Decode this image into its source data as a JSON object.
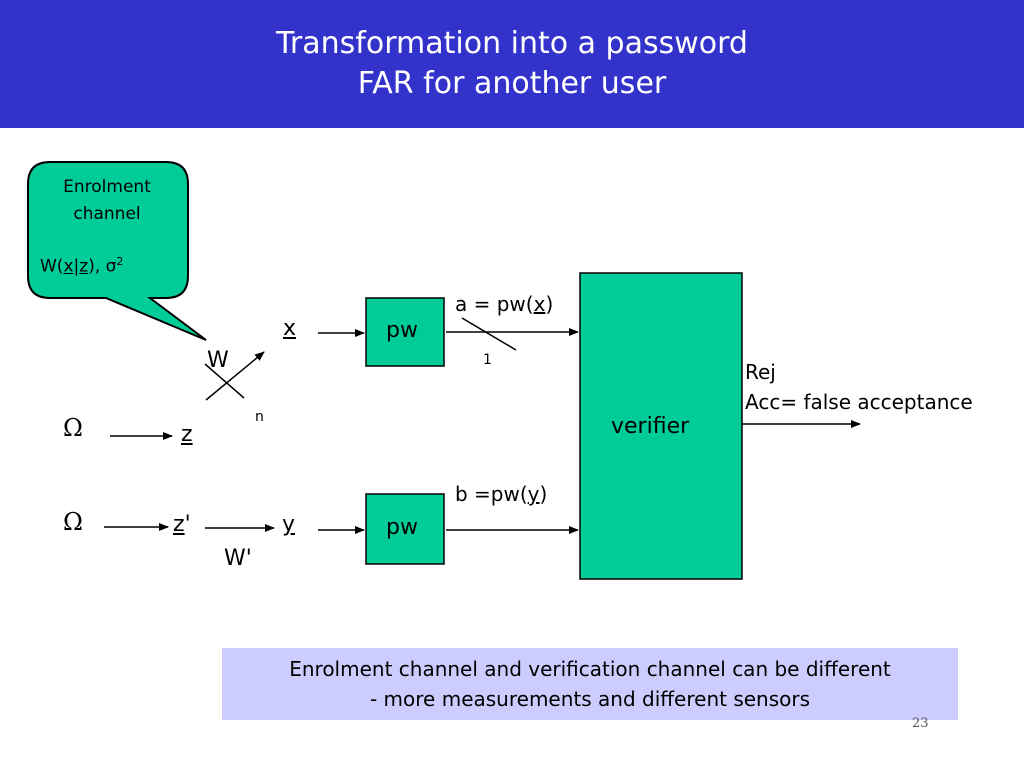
{
  "header": {
    "title_line1": "Transformation into a password",
    "title_line2": "FAR for another user"
  },
  "bubble": {
    "line1": "Enrolment",
    "line2": "channel",
    "formula_prefix": "W(",
    "formula_x": "x",
    "formula_sep": "|",
    "formula_z": "z",
    "formula_suffix": "), σ",
    "formula_sup": "2"
  },
  "diagram": {
    "x_label": "x",
    "w_label": "W",
    "n_label": "n",
    "one_label": "1",
    "omega1": "Ω",
    "omega2": "Ω",
    "z_label": "z",
    "z_prime_label": "z",
    "z_prime_mark": "'",
    "y_label": "y",
    "w_prime_label": "W'",
    "pw_top": "pw",
    "pw_bottom": "pw",
    "verifier": "verifier",
    "a_prefix": "a = pw(",
    "a_var": "x",
    "a_suffix": ")",
    "b_prefix": "b =pw(",
    "b_var": "y",
    "b_suffix": ")",
    "rej": "Rej",
    "acc": "Acc= false acceptance"
  },
  "note": {
    "line1": "Enrolment channel and verification channel can be different",
    "line2": "- more measurements and different sensors"
  },
  "page_number": "23",
  "colors": {
    "header": "#3333cc",
    "box_green": "#00cc99",
    "note_bg": "#ccccff"
  }
}
